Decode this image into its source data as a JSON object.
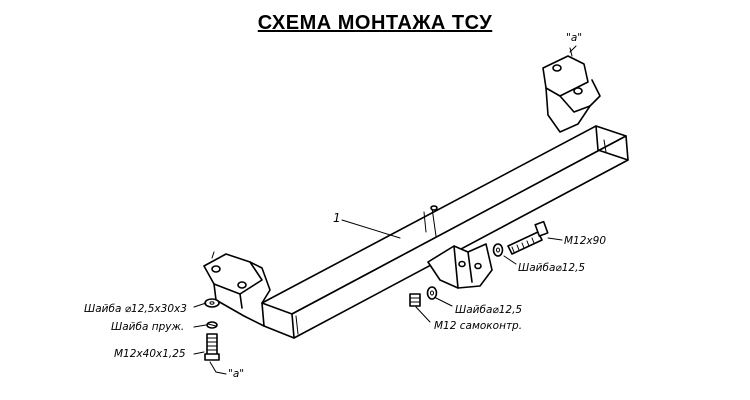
{
  "title": "СХЕМА МОНТАЖА ТСУ",
  "labels": {
    "point_a_top": "\"а\"",
    "point_a_bottom": "\"а\"",
    "callout_1": "1",
    "bolt_m12x90": "М12х90",
    "washer_12_5_right": "Шайба⌀12,5",
    "washer_12_5_mid": "Шайба⌀12,5",
    "nut_m12": "М12 самоконтр.",
    "washer_12_5x30x3": "Шайба ⌀12,5х30х3",
    "spring_washer": "Шайба пруж.",
    "bolt_m12x40": "М12х40х1,25"
  }
}
